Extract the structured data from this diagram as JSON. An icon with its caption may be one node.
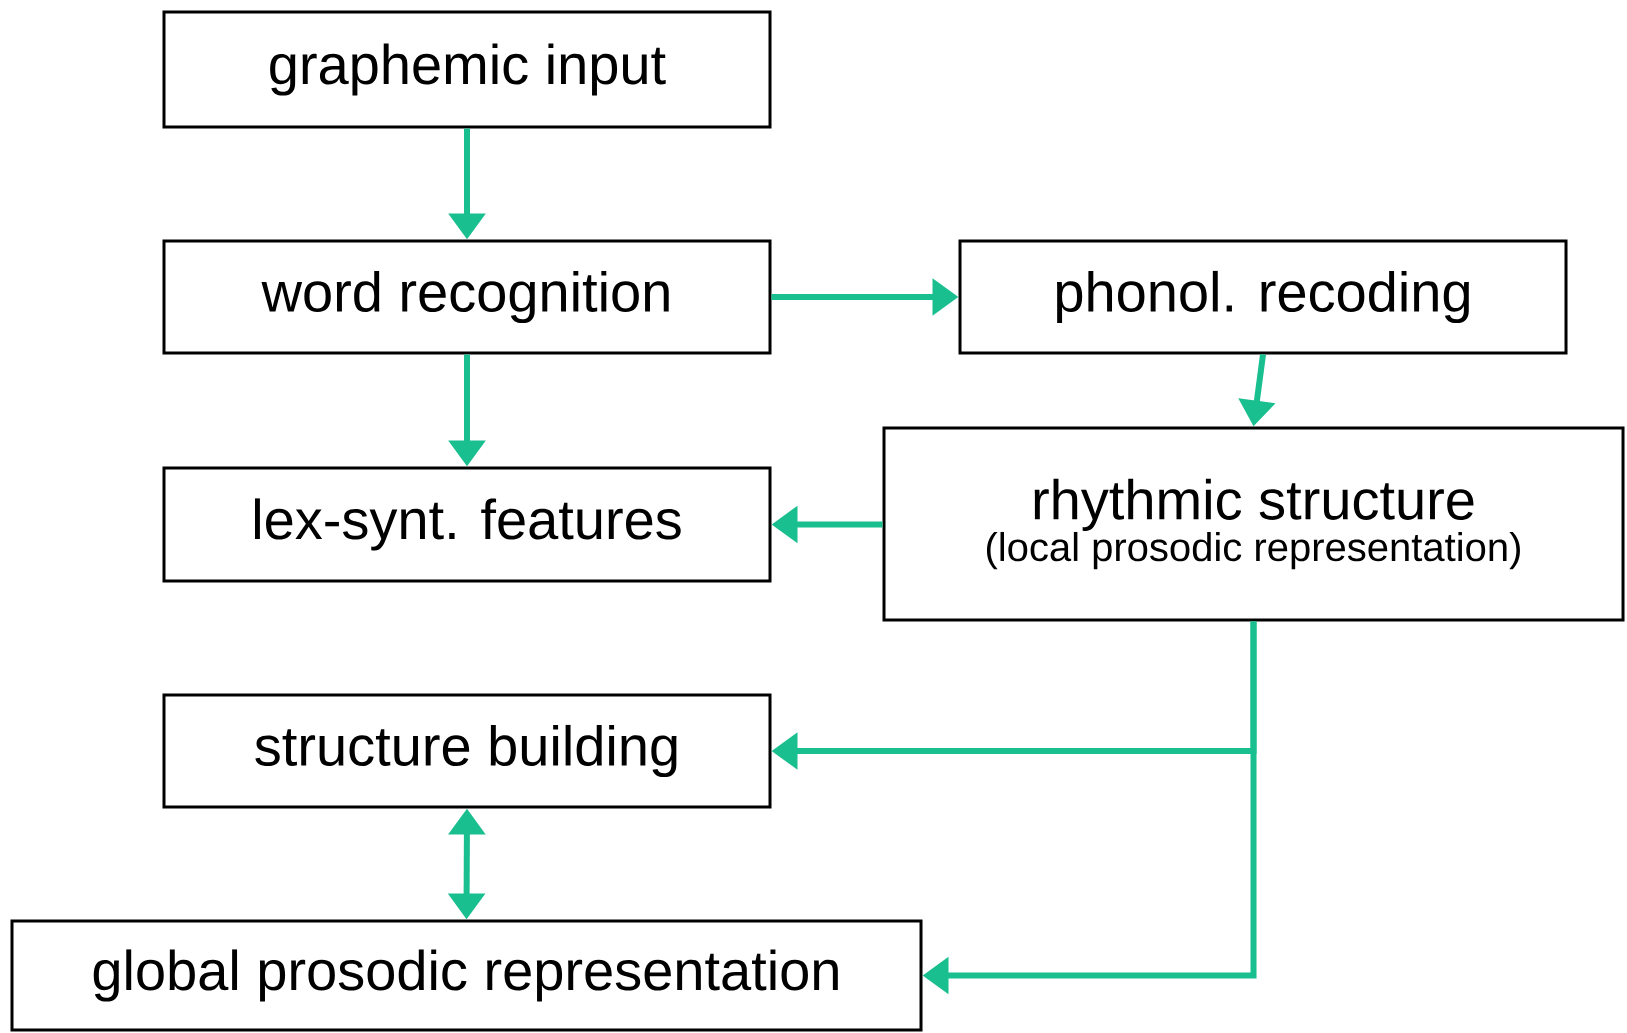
{
  "diagram": {
    "nodes": [
      {
        "text": [
          "graphemic input"
        ]
      },
      {
        "text": [
          "word recognition"
        ]
      },
      {
        "text": [
          "phonol. recoding"
        ]
      },
      {
        "text": [
          "rhythmic structure",
          "(local prosodic representation)"
        ]
      },
      {
        "text": [
          "lex-synt. features"
        ]
      },
      {
        "text": [
          "structure building"
        ]
      },
      {
        "text": [
          "global prosodic representation"
        ]
      }
    ],
    "edges": [
      {
        "from": 0,
        "to": 1,
        "arrow": "to"
      },
      {
        "from": 1,
        "to": 2,
        "arrow": "to"
      },
      {
        "from": 1,
        "to": 4,
        "arrow": "to"
      },
      {
        "from": 2,
        "to": 3,
        "arrow": "to"
      },
      {
        "from": 3,
        "to": 4,
        "arrow": "to"
      },
      {
        "from": 3,
        "to": 5,
        "arrow": "to"
      },
      {
        "from": 3,
        "to": 6,
        "arrow": "to"
      },
      {
        "from": 5,
        "to": 6,
        "arrow": "both"
      }
    ]
  }
}
